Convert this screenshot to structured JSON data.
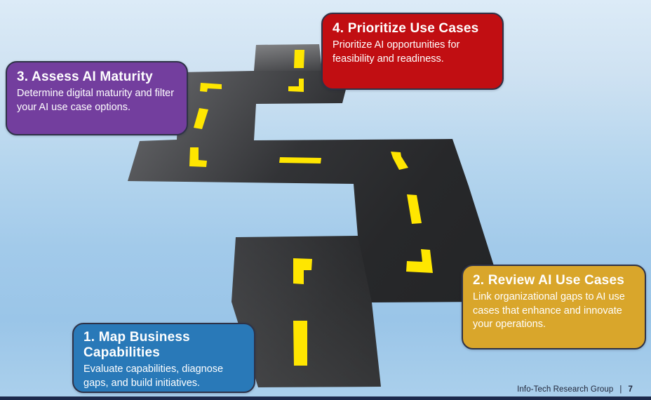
{
  "slide": {
    "kind": "AI adoption roadmap diagram",
    "background_sky_top": "#dcebf7",
    "background_sky_bottom": "#9ac5e8"
  },
  "steps": [
    {
      "number": "1",
      "title": [
        "1. Map Business",
        "Capabilities"
      ],
      "description": [
        "Evaluate capabilities, diagnose",
        "gaps, and build initiatives."
      ],
      "color": "#2979b8"
    },
    {
      "number": "2",
      "title": [
        "2. Review AI Use Cases"
      ],
      "description": [
        "Link organizational gaps to AI use",
        "cases that enhance and innovate",
        "your operations."
      ],
      "color": "#d9a62b"
    },
    {
      "number": "3",
      "title": [
        "3. Assess AI Maturity"
      ],
      "description": [
        "Determine digital maturity and filter",
        "your AI use case options."
      ],
      "color": "#733e9e"
    },
    {
      "number": "4",
      "title": [
        "4. Prioritize Use Cases"
      ],
      "description": [
        "Prioritize AI opportunities for",
        "feasibility and readiness."
      ],
      "color": "#c10e12"
    }
  ],
  "road": {
    "asphalt_dark": "#27282a",
    "asphalt_light": "#808184",
    "lane_marking_color": "#ffe600"
  },
  "footer": {
    "brand": "Info-Tech Research Group",
    "separator": "|",
    "page_number": "7"
  }
}
